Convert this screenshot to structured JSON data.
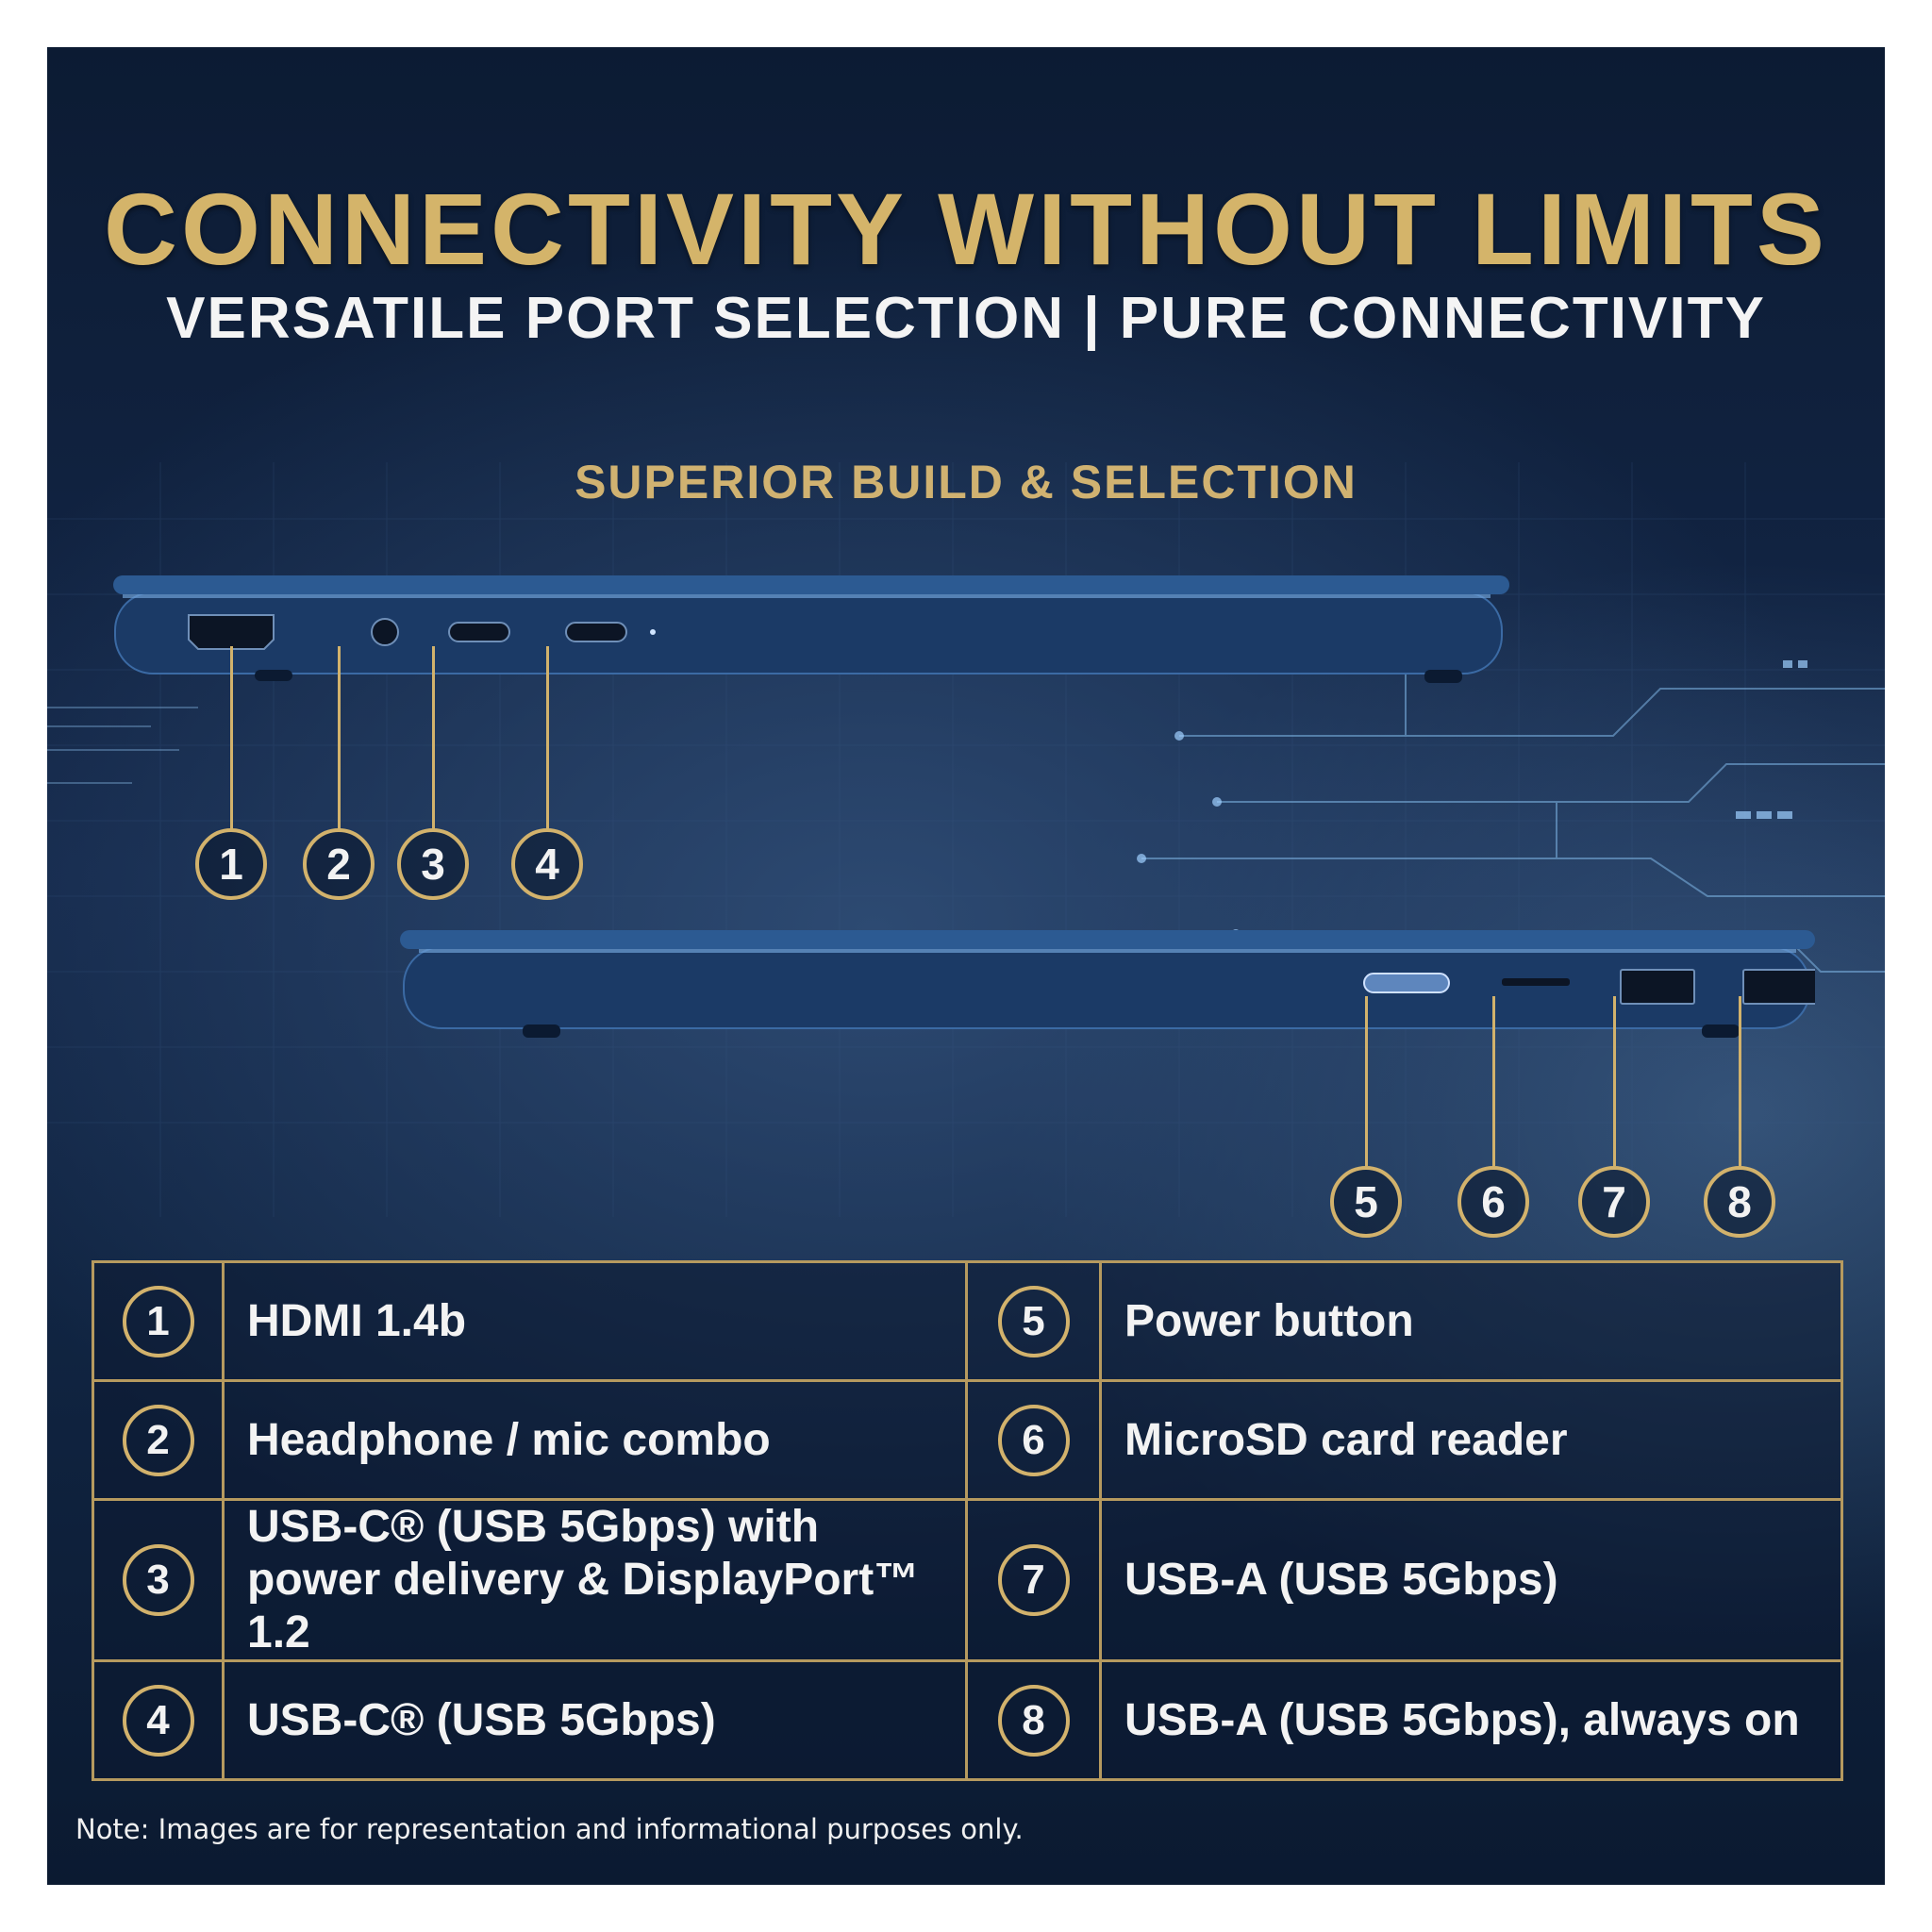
{
  "header": {
    "title": "CONNECTIVITY WITHOUT LIMITS",
    "subtitle": "VERSATILE PORT SELECTION | PURE CONNECTIVITY",
    "section": "SUPERIOR BUILD & SELECTION"
  },
  "callouts": [
    "1",
    "2",
    "3",
    "4",
    "5",
    "6",
    "7",
    "8"
  ],
  "ports": [
    {
      "left_num": "1",
      "left_label": "HDMI 1.4b",
      "right_num": "5",
      "right_label": "Power button"
    },
    {
      "left_num": "2",
      "left_label": "Headphone / mic combo",
      "right_num": "6",
      "right_label": "MicroSD card reader"
    },
    {
      "left_num": "3",
      "left_label": "USB-C® (USB 5Gbps) with power delivery & DisplayPort™ 1.2",
      "right_num": "7",
      "right_label": "USB-A (USB 5Gbps)"
    },
    {
      "left_num": "4",
      "left_label": "USB-C® (USB 5Gbps)",
      "right_num": "8",
      "right_label": "USB-A (USB 5Gbps), always on"
    }
  ],
  "note": "Note: Images are for representation and informational purposes only.",
  "colors": {
    "gold": "#d4b46a",
    "background": "#14284a",
    "laptop_blue": "#1d3f6e",
    "text_light": "#f4f4f4"
  }
}
